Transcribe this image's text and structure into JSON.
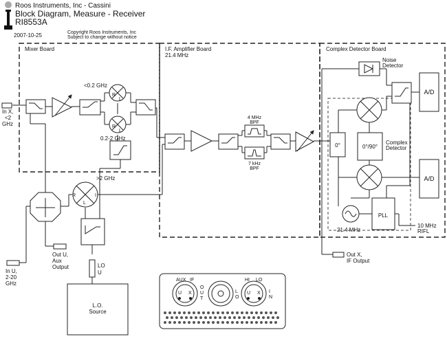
{
  "header": {
    "company": "Roos Instruments, Inc - Cassini",
    "title": "Block Diagram, Measure - Receiver",
    "part_number": "RI8553A",
    "date": "2007-10-25",
    "copyright_line1": "Copyright Roos Instruments, Inc",
    "copyright_line2": "Subject to change without notice"
  },
  "boards": {
    "mixer": "Mixer Board",
    "if_amp": "I.F. Amplifier Board",
    "if_freq": "21.4 MHz",
    "complex_detector": "Complex Detector Board",
    "complex_sub_line1": "Complex",
    "complex_sub_line2": "Detector"
  },
  "ports": {
    "in_x": [
      "In X,",
      "<2",
      "GHz"
    ],
    "in_u": [
      "In U,",
      "2-20",
      "GHz"
    ],
    "out_u": [
      "Out U,",
      "Aux",
      "Output"
    ],
    "out_x": [
      "Out X,",
      "IF Output"
    ],
    "lo_u": [
      "LO",
      "U"
    ],
    "rifl": [
      "10 MHz",
      "RIFL"
    ]
  },
  "labels": {
    "lt_02": "<0.2 GHz",
    "range_02_2": "0.2-2 GHz",
    "gt_2": ">2 GHz",
    "bpf_4mhz": [
      "4 MHz",
      "BPF"
    ],
    "bpf_7khz": [
      "7 kHz",
      "BPF"
    ],
    "noise_detector": [
      "Noise",
      "Detector"
    ],
    "ad_top": "A/D",
    "ad_bottom": "A/D",
    "phase_0_a": "0°",
    "phase_0_90": "0°/90°",
    "osc_freq": "21.4 MHz",
    "pll": "PLL",
    "lo_source": [
      "L.O.",
      "Source"
    ],
    "mixer_r": "R",
    "mixer_l": "L",
    "mixer_i": "I"
  },
  "front_panel": {
    "group1": [
      "AUX",
      "IF"
    ],
    "group2": [
      "HI",
      "LO"
    ],
    "left_conn": [
      "U",
      "X"
    ],
    "left_side": [
      "O",
      "U",
      "T"
    ],
    "mid_side": [
      "L",
      "O"
    ],
    "right_conn": [
      "U",
      "X"
    ],
    "right_side": [
      "I",
      "N"
    ]
  }
}
